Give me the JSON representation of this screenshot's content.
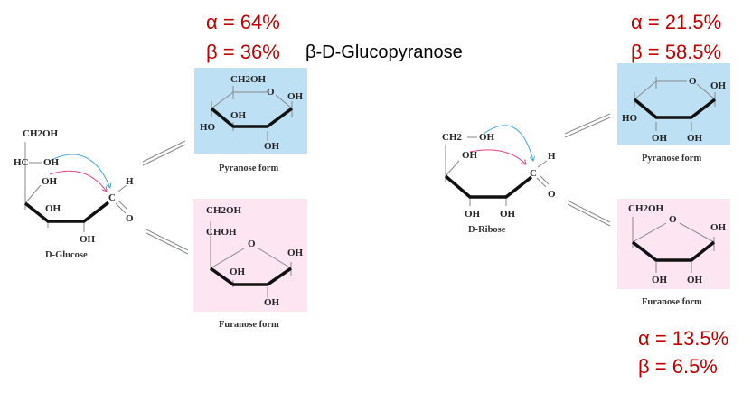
{
  "colors": {
    "pyranose_bg": "#bde0f4",
    "furanose_bg": "#fde6f2",
    "percent": "#c00000"
  },
  "glucose": {
    "alpha_label": "α = 64%",
    "beta_label": "β = 36%",
    "highlight": "β-D-Glucopyranose",
    "open_chain": {
      "ch2oh": "CH2OH",
      "hc": "HC",
      "oh_top": "OH",
      "oh_mid": "OH",
      "oh_ring": "OH",
      "oh_bottom": "OH",
      "c": "C",
      "h": "H",
      "o": "O",
      "name": "D-Glucose"
    },
    "pyranose": {
      "ch2oh": "CH2OH",
      "o": "O",
      "oh_right": "OH",
      "oh_mid": "OH",
      "ho_left": "HO",
      "oh_bottom": "OH",
      "caption": "Pyranose form"
    },
    "furanose": {
      "ch2oh": "CH2OH",
      "chohr": "CHOH",
      "o": "O",
      "oh_right": "OH",
      "oh_mid": "OH",
      "oh_bottom": "OH",
      "caption": "Furanose form"
    }
  },
  "ribose": {
    "pyranose_alpha": "α = 21.5%",
    "pyranose_beta": "β = 58.5%",
    "furanose_alpha": "α = 13.5%",
    "furanose_beta": "β = 6.5%",
    "open_chain": {
      "ch2": "CH2",
      "oh_top": "OH",
      "oh_ring": "OH",
      "oh_b1": "OH",
      "oh_b2": "OH",
      "c": "C",
      "h": "H",
      "o": "O",
      "name": "D-Ribose"
    },
    "pyranose": {
      "o": "O",
      "oh_right": "OH",
      "ho_left": "HO",
      "oh_b1": "OH",
      "oh_b2": "OH",
      "caption": "Pyranose form"
    },
    "furanose": {
      "ch2oh": "CH2OH",
      "o": "O",
      "oh_right": "OH",
      "oh_b1": "OH",
      "oh_b2": "OH",
      "caption": "Furanose form"
    }
  }
}
